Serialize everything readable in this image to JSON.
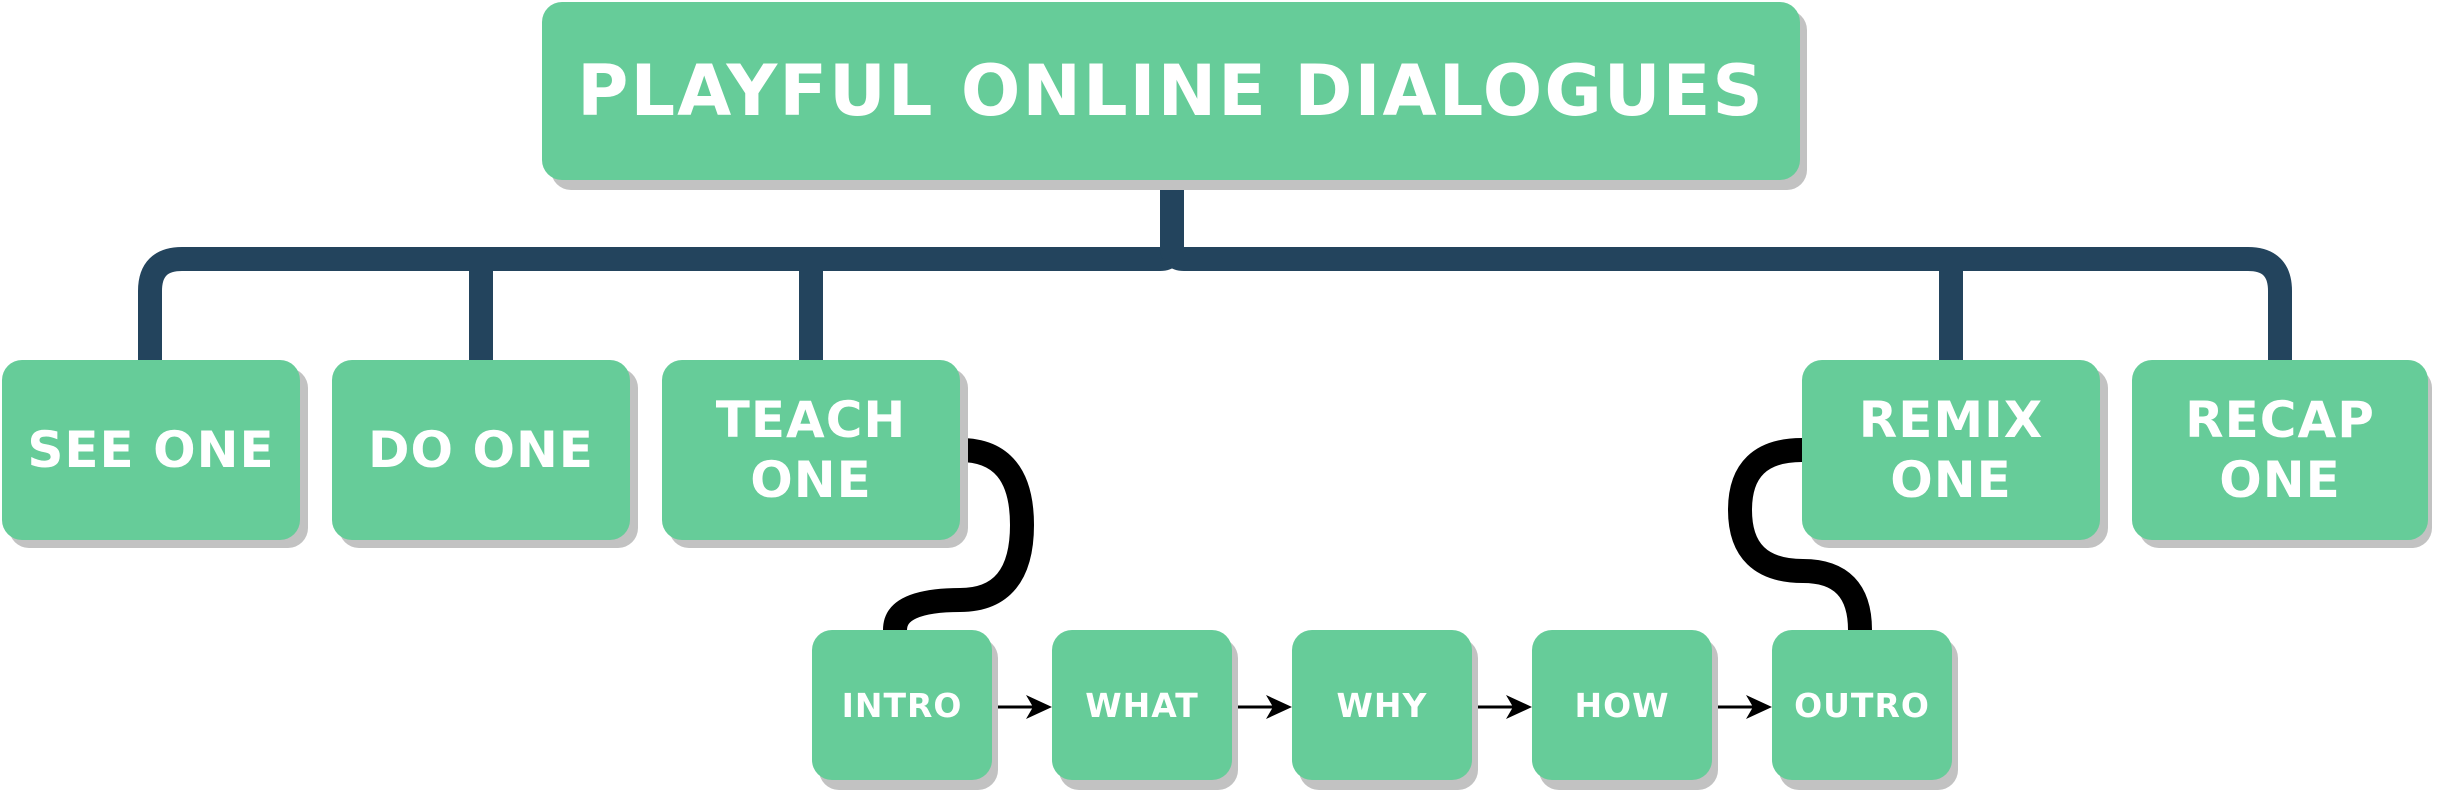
{
  "title": "PLAYFUL ONLINE DIALOGUES",
  "phases": [
    {
      "label": "SEE ONE"
    },
    {
      "label": "DO ONE"
    },
    {
      "label": "TEACH ONE"
    },
    {
      "label": "REMIX ONE"
    },
    {
      "label": "RECAP ONE"
    }
  ],
  "steps": [
    {
      "label": "INTRO"
    },
    {
      "label": "WHAT"
    },
    {
      "label": "WHY"
    },
    {
      "label": "HOW"
    },
    {
      "label": "OUTRO"
    }
  ],
  "colors": {
    "box_fill": "#66cc99",
    "box_shadow": "#c2c2c2",
    "tree_line": "#23445d",
    "link_line": "#000000",
    "text": "#ffffff"
  }
}
